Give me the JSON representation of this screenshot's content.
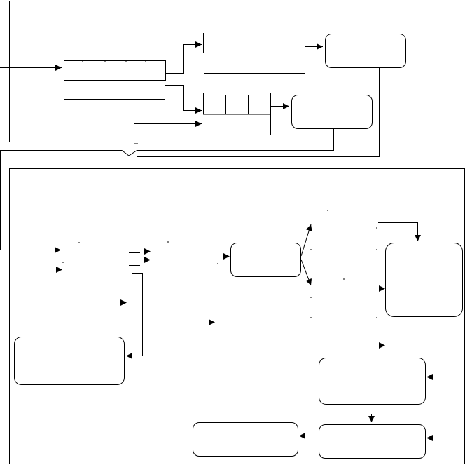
{
  "diagram": {
    "stroke_color": "#000000",
    "background": "#ffffff",
    "panels": [
      {
        "id": "top-panel"
      },
      {
        "id": "bottom-panel"
      }
    ],
    "nodes": [
      {
        "id": "top-node-a",
        "shape": "rounded-rect"
      },
      {
        "id": "top-node-b",
        "shape": "rounded-rect"
      },
      {
        "id": "hub-node",
        "shape": "rounded-rect"
      },
      {
        "id": "right-node",
        "shape": "rounded-rect"
      },
      {
        "id": "left-node",
        "shape": "rounded-rect"
      },
      {
        "id": "mid-right-node",
        "shape": "rounded-rect"
      },
      {
        "id": "bottom-left-node",
        "shape": "rounded-rect"
      },
      {
        "id": "bottom-right-node",
        "shape": "rounded-rect"
      }
    ]
  }
}
